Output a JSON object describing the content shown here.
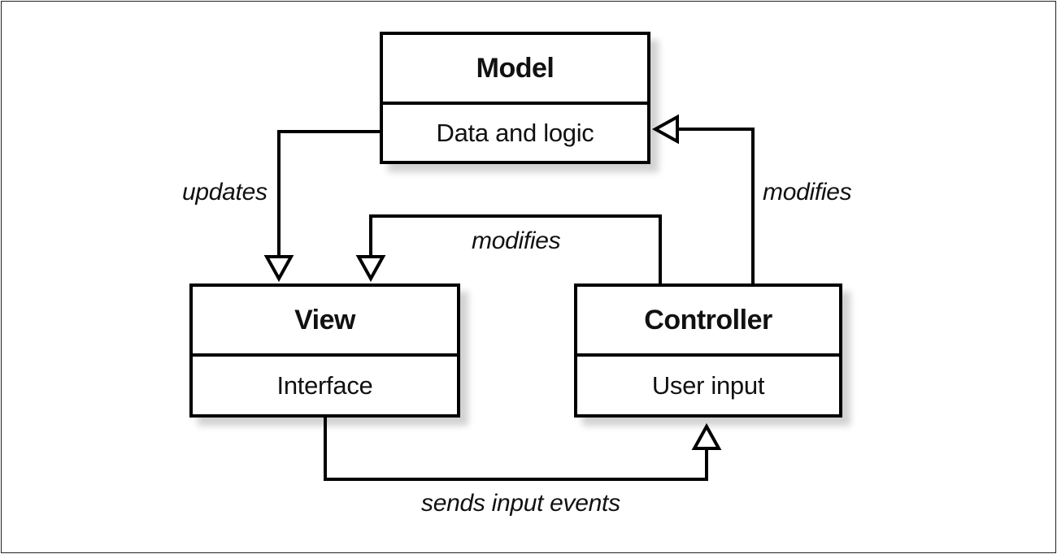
{
  "nodes": {
    "model": {
      "title": "Model",
      "subtitle": "Data and logic"
    },
    "view": {
      "title": "View",
      "subtitle": "Interface"
    },
    "controller": {
      "title": "Controller",
      "subtitle": "User input"
    }
  },
  "edges": {
    "model_to_view": {
      "label": "updates"
    },
    "controller_to_model": {
      "label": "modifies"
    },
    "controller_to_view": {
      "label": "modifies"
    },
    "view_to_controller": {
      "label": "sends input events"
    }
  },
  "colors": {
    "stroke": "#000000",
    "background": "#ffffff"
  }
}
